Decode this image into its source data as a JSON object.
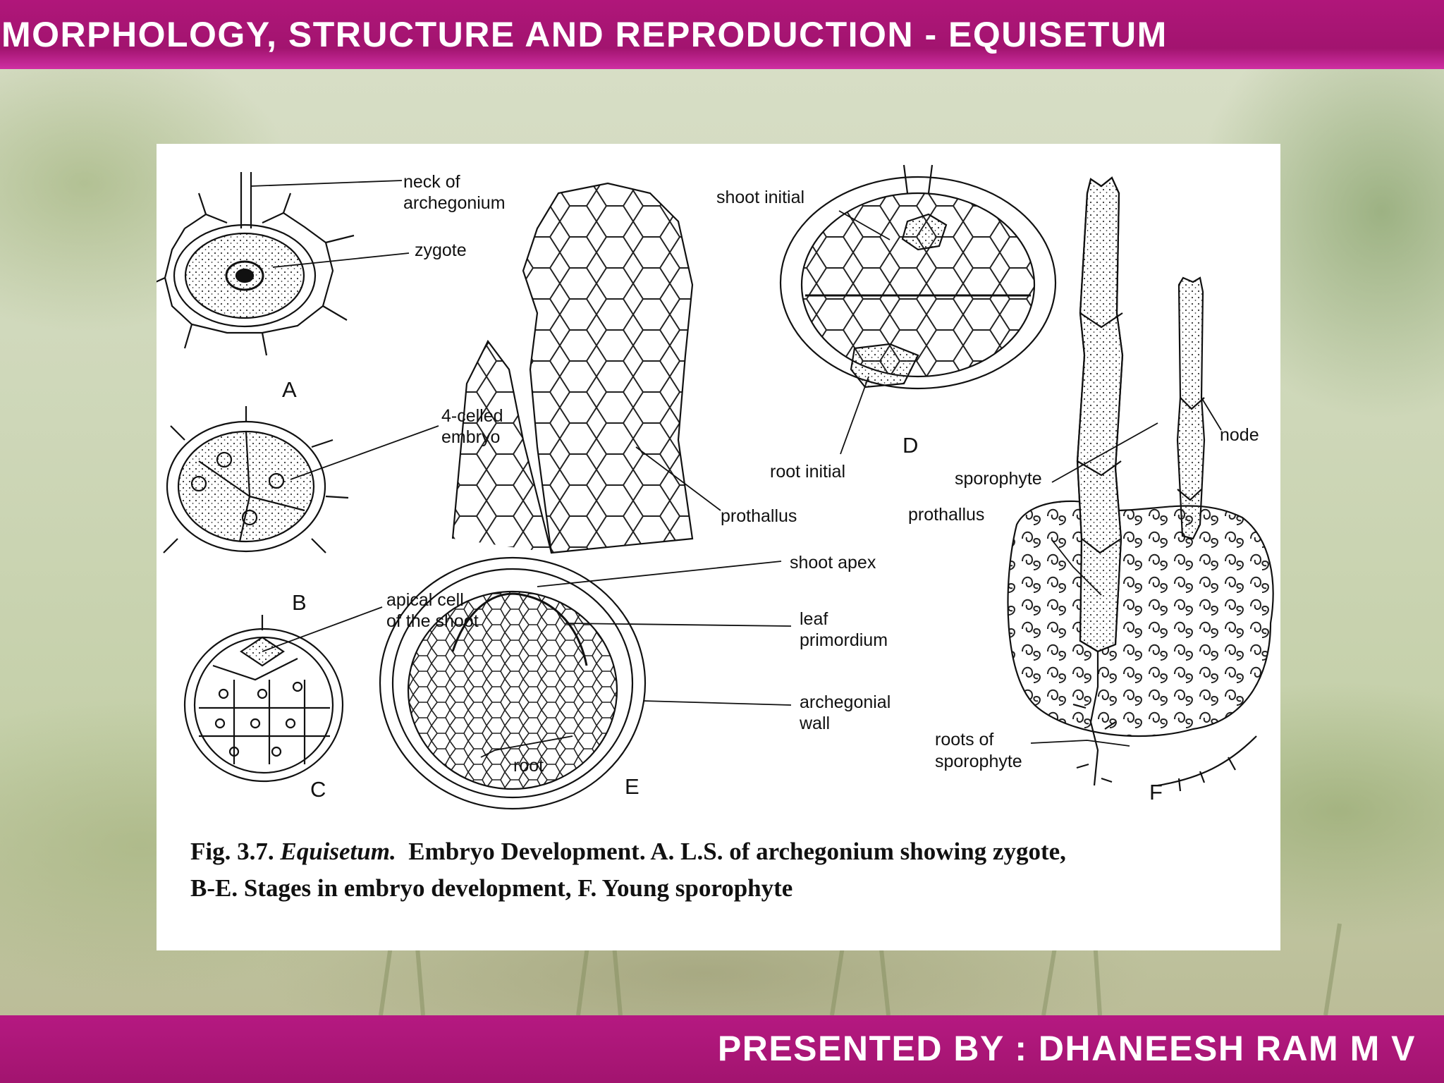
{
  "header": {
    "title": "MORPHOLOGY, STRUCTURE AND REPRODUCTION - EQUISETUM"
  },
  "footer": {
    "presenter": "PRESENTED BY : DHANEESH RAM M V"
  },
  "figure": {
    "panel_letters": {
      "a": "A",
      "b": "B",
      "c": "C",
      "d": "D",
      "e": "E",
      "f": "F"
    },
    "labels": {
      "neck_1": "neck of",
      "neck_2": "archegonium",
      "zygote": "zygote",
      "embryo_1": "4-celled",
      "embryo_2": "embryo",
      "apical_1": "apical cell",
      "apical_2": "of the shoot",
      "shoot_initial": "shoot initial",
      "root_initial": "root initial",
      "prothallus_e": "prothallus",
      "shoot_apex": "shoot apex",
      "leaf_1": "leaf",
      "leaf_2": "primordium",
      "arch_wall_1": "archegonial",
      "arch_wall_2": "wall",
      "root": "root",
      "node": "node",
      "sporophyte": "sporophyte",
      "prothallus_f": "prothallus",
      "roots_1": "roots of",
      "roots_2": "sporophyte"
    },
    "caption": {
      "fig_no": "Fig. 3.7.",
      "genus": "Equisetum.",
      "line1_rest": "Embryo Development. A.  L.S. of archegonium showing zygote,",
      "line2": "B-E. Stages in embryo development, F. Young sporophyte"
    }
  }
}
